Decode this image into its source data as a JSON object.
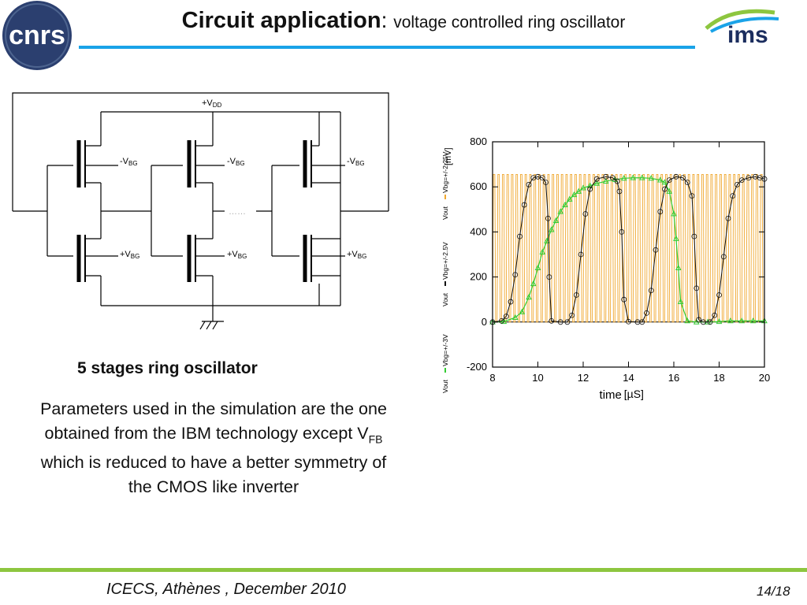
{
  "header": {
    "title_bold": "Circuit application",
    "title_colon": ":",
    "title_sub": "voltage controlled ring oscillator",
    "logo_left_text": "cnrs",
    "logo_right_text": "ims"
  },
  "circuit": {
    "vdd_label": "+V",
    "vdd_sub": "DD",
    "top_gate_label": "-V",
    "bottom_gate_label": "+V",
    "gate_sub": "BG",
    "dots": "……"
  },
  "caption": "5 stages ring oscillator",
  "paragraph": {
    "before_sub": "Parameters used in the simulation are the one obtained from the IBM technology except V",
    "sub": "FB",
    "after_sub": " which is reduced to have a better symmetry of the CMOS like inverter"
  },
  "footer": {
    "text": "ICECS, Athènes , December 2010",
    "page": "14/18"
  },
  "colors": {
    "header_rule": "#1aa3e8",
    "footer_rule": "#8dc63f",
    "series_orange": "#f0a830",
    "series_black": "#111111",
    "series_green": "#33cc33"
  },
  "chart_data": {
    "type": "line",
    "xlabel": "time",
    "xunit": "[µS]",
    "ylabel": "[mV]",
    "xlim": [
      8,
      20
    ],
    "ylim": [
      -200,
      800
    ],
    "xticks": [
      8,
      10,
      12,
      14,
      16,
      18,
      20
    ],
    "yticks": [
      -200,
      0,
      200,
      400,
      600,
      800
    ],
    "grid": false,
    "legend": [
      {
        "name": "Vout",
        "cond": "Vbg=+/-2.25V",
        "color": "#f0a830"
      },
      {
        "name": "Vout",
        "cond": "Vbg=+/-2.5V",
        "color": "#111111"
      },
      {
        "name": "Vout",
        "cond": "Vbg=+/-3V",
        "color": "#33cc33"
      }
    ],
    "series": [
      {
        "name": "Vbg=+/-2.25V",
        "color": "#f0a830",
        "kind": "square-oscillation",
        "period": 0.2,
        "low": 0,
        "high": 655,
        "x_start": 8.0,
        "x_end": 20.0
      },
      {
        "name": "Vbg=+/-2.5V",
        "color": "#111111",
        "marker": "circle",
        "x": [
          8.0,
          8.4,
          8.6,
          8.8,
          9.0,
          9.2,
          9.4,
          9.6,
          9.8,
          10.0,
          10.2,
          10.35,
          10.45,
          10.5,
          10.6,
          11.0,
          11.3,
          11.5,
          11.7,
          11.9,
          12.1,
          12.3,
          12.6,
          13.0,
          13.3,
          13.5,
          13.6,
          13.7,
          13.8,
          14.0,
          14.4,
          14.6,
          14.8,
          15.0,
          15.2,
          15.4,
          15.6,
          15.8,
          16.1,
          16.4,
          16.6,
          16.8,
          16.9,
          17.0,
          17.1,
          17.3,
          17.6,
          17.8,
          18.0,
          18.2,
          18.4,
          18.6,
          18.8,
          19.0,
          19.3,
          19.6,
          19.8,
          20.0
        ],
        "y": [
          0,
          5,
          25,
          90,
          210,
          380,
          520,
          610,
          640,
          645,
          640,
          620,
          460,
          200,
          5,
          0,
          0,
          30,
          120,
          300,
          480,
          590,
          635,
          645,
          640,
          625,
          580,
          400,
          100,
          2,
          0,
          0,
          40,
          140,
          320,
          490,
          590,
          630,
          645,
          640,
          620,
          560,
          380,
          150,
          10,
          0,
          0,
          30,
          120,
          290,
          460,
          560,
          610,
          630,
          640,
          645,
          640,
          635
        ]
      },
      {
        "name": "Vbg=+/-3V",
        "color": "#33cc33",
        "marker": "triangle",
        "x": [
          8.0,
          8.5,
          9.0,
          9.3,
          9.6,
          9.8,
          10.0,
          10.2,
          10.4,
          10.6,
          10.8,
          11.0,
          11.2,
          11.4,
          11.6,
          11.8,
          12.0,
          12.3,
          12.6,
          13.0,
          13.4,
          13.8,
          14.2,
          14.6,
          15.0,
          15.4,
          15.6,
          15.8,
          16.0,
          16.1,
          16.2,
          16.3,
          16.6,
          17.0,
          17.5,
          18.0,
          18.5,
          19.0,
          19.5,
          20.0
        ],
        "y": [
          0,
          2,
          20,
          45,
          110,
          170,
          240,
          310,
          360,
          410,
          450,
          490,
          520,
          545,
          565,
          580,
          595,
          605,
          615,
          625,
          632,
          638,
          640,
          640,
          638,
          630,
          620,
          580,
          480,
          370,
          240,
          90,
          5,
          0,
          0,
          2,
          5,
          5,
          5,
          5
        ]
      }
    ]
  }
}
